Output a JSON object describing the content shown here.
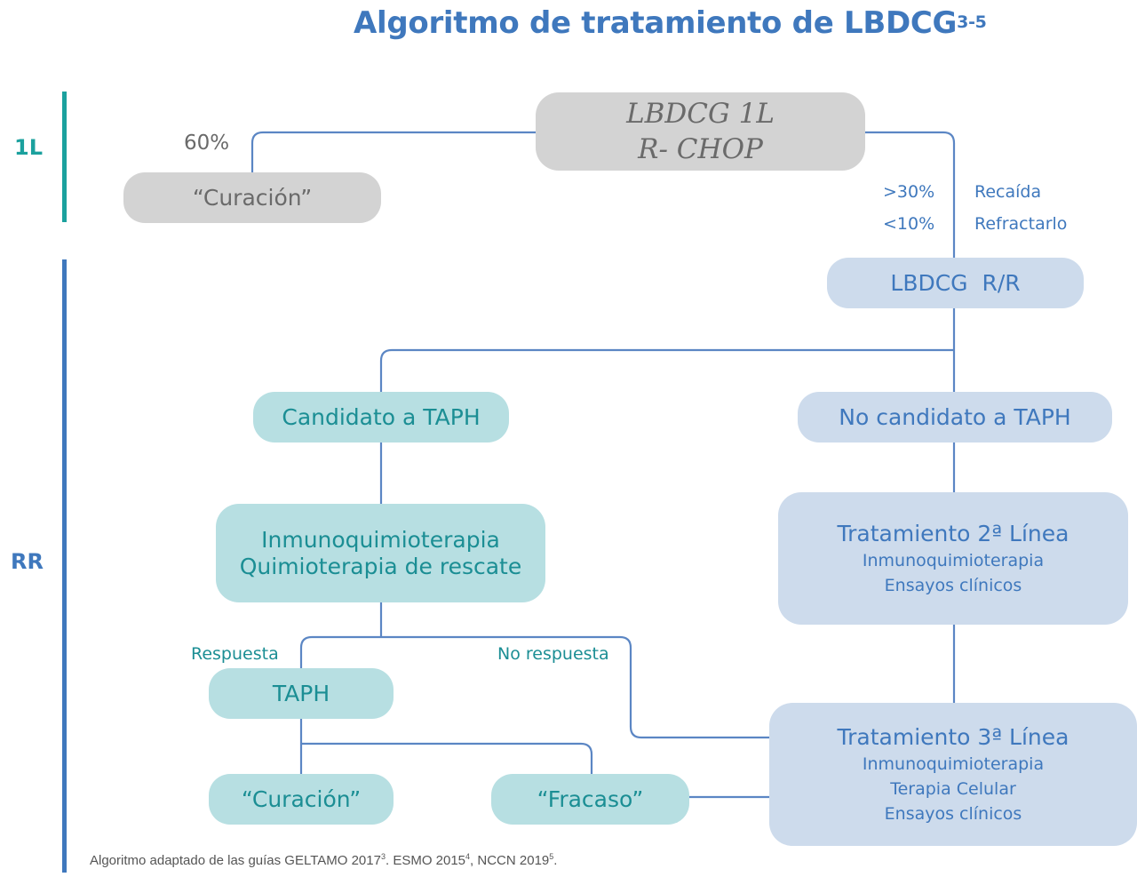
{
  "title": {
    "text": "Algoritmo de tratamiento de LBDCG",
    "sup": "3-5"
  },
  "sections": {
    "first_line": "1L",
    "rr": "RR"
  },
  "nodes": {
    "lbdcg_1l": {
      "line1": "LBDCG 1L",
      "line2": "R- CHOP"
    },
    "curacion_1l": "“Curación”",
    "lbdcg_rr": "LBDCG  R/R",
    "candidato": "Candidato a TAPH",
    "no_candidato": "No candidato a TAPH",
    "inmuno": {
      "line1": "Inmunoquimioterapia",
      "line2": "Quimioterapia de rescate"
    },
    "tratamiento_2": {
      "title": "Tratamiento 2ª Línea",
      "items": [
        "Inmunoquimioterapia",
        "Ensayos clínicos"
      ]
    },
    "taph": "TAPH",
    "curacion_rr": "“Curación”",
    "fracaso": "“Fracaso”",
    "tratamiento_3": {
      "title": "Tratamiento 3ª Línea",
      "items": [
        "Inmunoquimioterapia",
        "Terapia Celular",
        "Ensayos clínicos"
      ]
    }
  },
  "edge_labels": {
    "pct_60": "60%",
    "pct_30": ">30%",
    "recaida": "Recaída",
    "pct_10": "<10%",
    "refractario": "Refractarlo",
    "respuesta": "Respuesta",
    "no_respuesta": "No respuesta"
  },
  "footer": {
    "prefix": "Algoritmo adaptado de las guías GELTAMO 2017",
    "ref1": "3",
    "mid1": ". ESMO 2015",
    "ref2": "4",
    "mid2": ", NCCN 2019",
    "ref3": "5",
    "suffix": "."
  },
  "colors": {
    "title_blue": "#3f78bd",
    "teal_text": "#1b8e94",
    "teal_box": "#b7dfe2",
    "blue_box": "#cddbec",
    "gray_box": "#d3d3d3",
    "connector": "#5b86c4"
  }
}
